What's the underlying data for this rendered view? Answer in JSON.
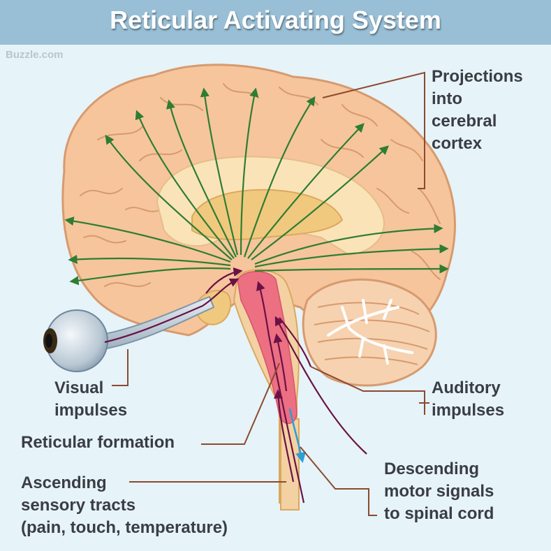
{
  "title": "Reticular Activating System",
  "credit": "Buzzle.com",
  "labels": {
    "projections": [
      "Projections",
      "into",
      "cerebral",
      "cortex"
    ],
    "visual": [
      "Visual",
      "impulses"
    ],
    "auditory": [
      "Auditory",
      "impulses"
    ],
    "reticular": [
      "Reticular formation"
    ],
    "descending": [
      "Descending",
      "motor signals",
      "to spinal cord"
    ],
    "ascending": [
      "Ascending",
      "sensory tracts",
      "(pain, touch, temperature)"
    ]
  },
  "colors": {
    "background": "#e6f3f8",
    "title_bar": "#98bfd6",
    "brain": "#f6c59c",
    "brain_outline": "#d79a6e",
    "green_arrows": "#2e7d32",
    "purple_arrows": "#6a1145",
    "blue_arrow": "#2a9fd8",
    "reticular": "#ec6f82",
    "leader_lines": "#8b4a2e"
  }
}
